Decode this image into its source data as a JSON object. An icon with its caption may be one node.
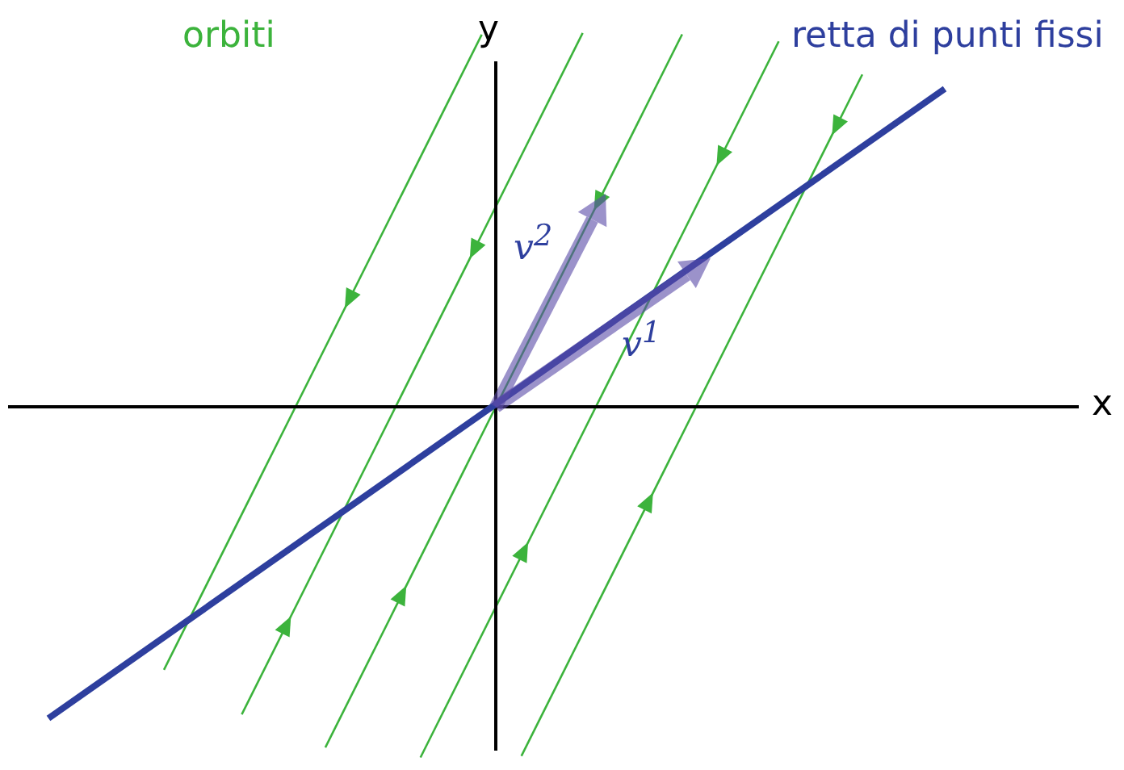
{
  "diagram": {
    "labels": [
      "orbiti",
      "y",
      "retta di punti fissi",
      "v$^{2}$",
      "v$^{1}$",
      "x"
    ]
  }
}
